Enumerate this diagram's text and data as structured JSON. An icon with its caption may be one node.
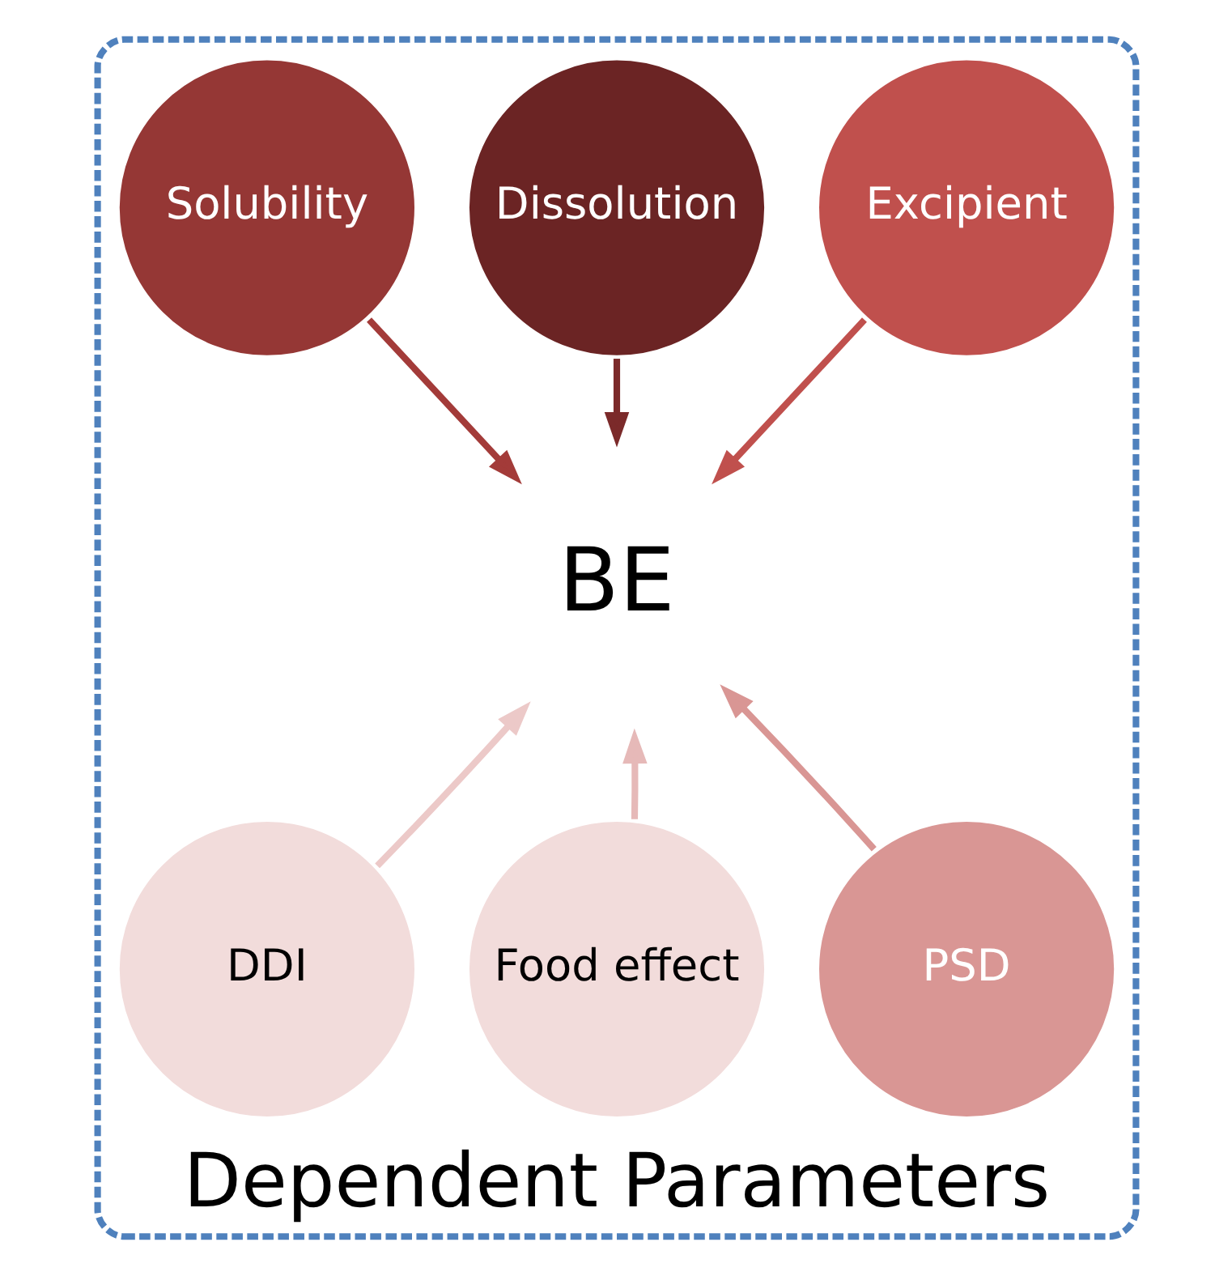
{
  "diagram": {
    "nodes": [
      {
        "text": [
          "Dependent Parameters"
        ]
      },
      {
        "text": [
          "Dissolution"
        ],
        "in": 0
      },
      {
        "text": [
          "Excipient"
        ],
        "in": 0
      },
      {
        "text": [
          "Solubility"
        ],
        "in": 0
      },
      {
        "text": [
          "BE"
        ],
        "in": 0
      },
      {
        "text": [
          "DDI"
        ],
        "in": 0
      },
      {
        "text": [
          "PSD"
        ],
        "in": 0
      },
      {
        "text": [
          "Food effect"
        ],
        "in": 0
      }
    ],
    "edges": [
      {
        "from": 1,
        "to": 4,
        "arrow": "to",
        "color": "#7b2a2a"
      },
      {
        "from": 2,
        "to": 4,
        "arrow": "to",
        "color": "#c0504d"
      },
      {
        "from": 3,
        "to": 4,
        "arrow": "to",
        "color": "#a33b39"
      },
      {
        "from": 5,
        "to": 4,
        "arrow": "to",
        "color": "#ecc9c8"
      },
      {
        "from": 6,
        "to": 4,
        "arrow": "to",
        "color": "#d99694"
      },
      {
        "from": 7,
        "to": 4,
        "arrow": "to",
        "color": "#e6b9b8"
      }
    ]
  }
}
